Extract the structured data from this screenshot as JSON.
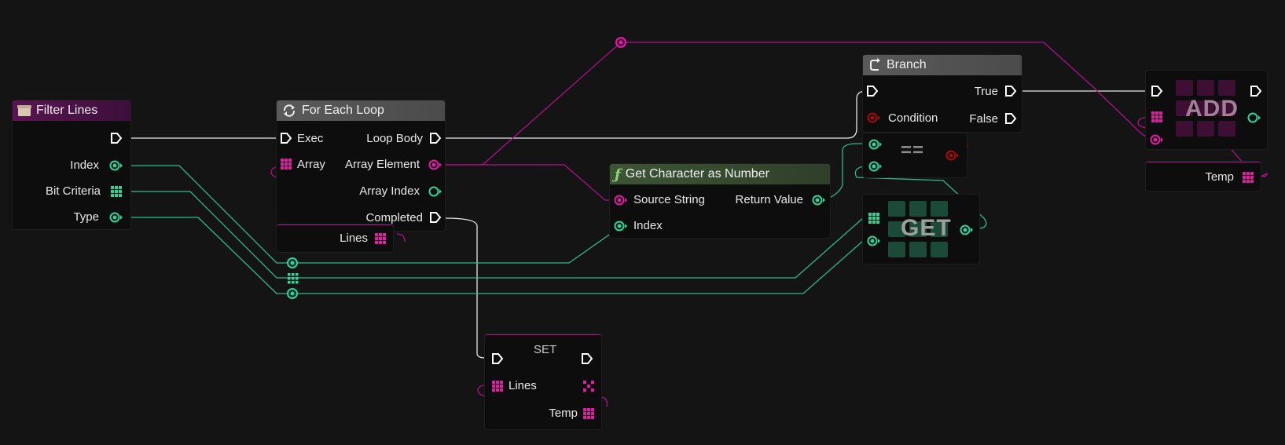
{
  "nodes": {
    "filter_lines": {
      "title": "Filter Lines",
      "pins": {
        "index": "Index",
        "bit_criteria": "Bit Criteria",
        "type": "Type"
      }
    },
    "for_each_loop": {
      "title": "For Each Loop",
      "pins": {
        "exec": "Exec",
        "array": "Array",
        "loop_body": "Loop Body",
        "array_element": "Array Element",
        "array_index": "Array Index",
        "completed": "Completed",
        "lines": "Lines"
      }
    },
    "get_char": {
      "title": "Get Character as Number",
      "pins": {
        "source_string": "Source String",
        "index": "Index",
        "return_value": "Return Value"
      }
    },
    "branch": {
      "title": "Branch",
      "pins": {
        "true_label": "True",
        "false_label": "False",
        "condition": "Condition"
      }
    },
    "equals": {
      "op": "=="
    },
    "get": {
      "op": "GET"
    },
    "add": {
      "op": "ADD",
      "temp": "Temp"
    },
    "set": {
      "title": "SET",
      "lines": "Lines",
      "temp": "Temp"
    }
  },
  "colors": {
    "exec": "#ffffff",
    "string": "#e21ca5",
    "int": "#2fd49a",
    "array": "#2fd49a",
    "bool": "#a80c0c",
    "filter_header": "#3c0f3a",
    "loop_header": "#4b4b4b",
    "function_header": "#2f3f2a"
  },
  "icons": {
    "filter_lines": "macro-box-icon",
    "for_each_loop": "loop-arrows-icon",
    "get_char": "function-f-icon",
    "branch": "branch-arrow-icon"
  }
}
